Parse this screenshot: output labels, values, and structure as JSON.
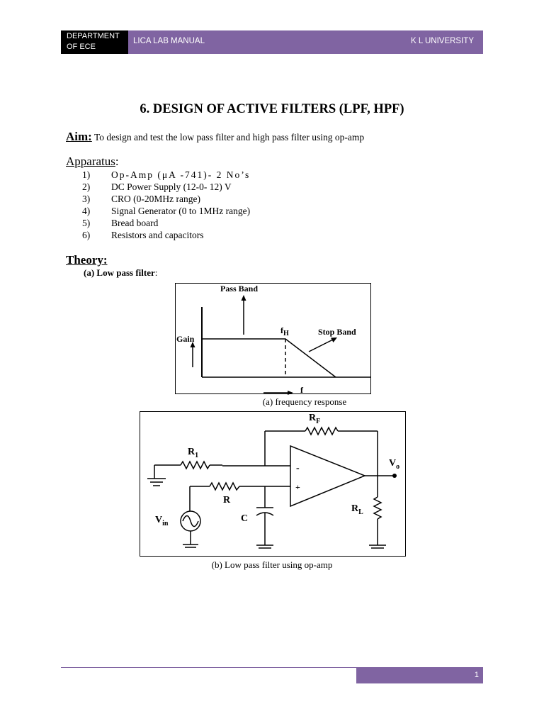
{
  "header": {
    "dept_line1": "DEPARTMENT",
    "dept_line2": "OF ECE",
    "manual": "LICA LAB MANUAL",
    "university": "K L UNIVERSITY",
    "accent_color": "#8064a2"
  },
  "title": "6. DESIGN OF ACTIVE FILTERS (LPF, HPF)",
  "aim": {
    "label": "Aim:",
    "text": " To design and test the low pass filter and high pass filter using op-amp"
  },
  "apparatus": {
    "label": "Apparatus",
    "colon": ":",
    "items": [
      {
        "num": "1)",
        "text": "Op-Amp (μA -741)- 2 No’s"
      },
      {
        "num": "2)",
        "text": "DC Power Supply (12-0- 12) V"
      },
      {
        "num": "3)",
        "text": "CRO (0-20MHz range)"
      },
      {
        "num": "4)",
        "text": "Signal Generator (0 to 1MHz range)"
      },
      {
        "num": "5)",
        "text": "Bread board"
      },
      {
        "num": "6)",
        "text": "Resistors and capacitors"
      }
    ]
  },
  "theory": {
    "label": "Theory:",
    "sub_label": "(a) Low pass filter",
    "sub_colon": ":"
  },
  "figure_a": {
    "pass_band": "Pass Band",
    "fh_main": "f",
    "fh_sub": "H",
    "stop_band": "Stop Band",
    "gain": "Gain",
    "f_axis": "f",
    "caption": "(a) frequency response"
  },
  "figure_b": {
    "rf_main": "R",
    "rf_sub": "F",
    "r1_main": "R",
    "r1_sub": "1",
    "r": "R",
    "c": "C",
    "vin_main": "V",
    "vin_sub": "in",
    "vo_main": "V",
    "vo_sub": "o",
    "rl_main": "R",
    "rl_sub": "L",
    "minus": "-",
    "plus": "+",
    "caption": "(b) Low pass filter using op-amp"
  },
  "footer": {
    "page": "1"
  }
}
